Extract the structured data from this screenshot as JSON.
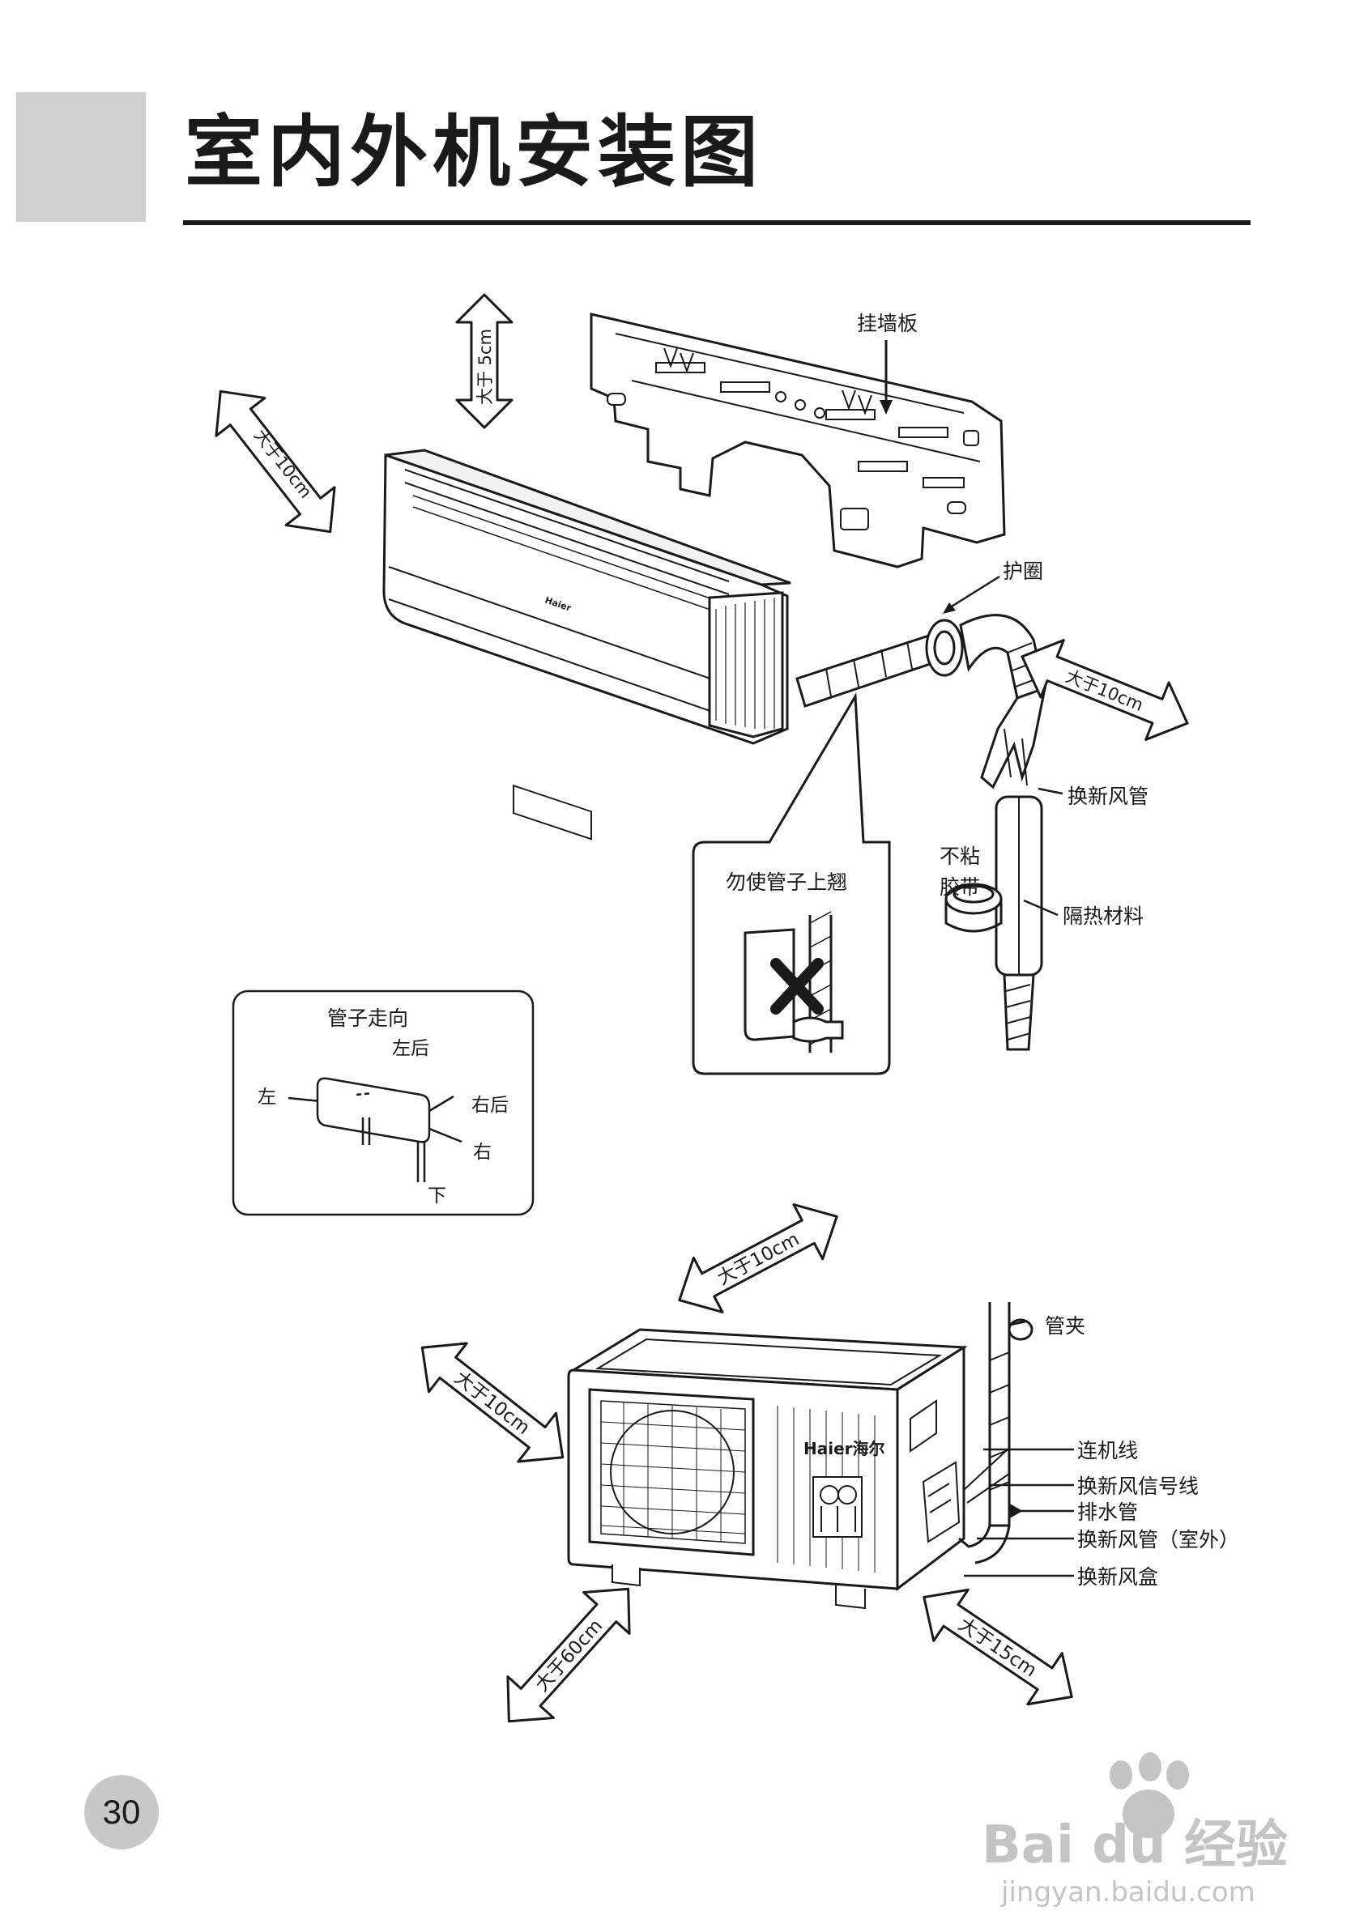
{
  "page": {
    "title": "室内外机安装图",
    "page_number": "30"
  },
  "indoor": {
    "wall_plate": "挂墙板",
    "guard_ring": "护圈",
    "new_air_duct": "换新风管",
    "non_stick_tape_line1": "不粘",
    "non_stick_tape_line2": "胶带",
    "insulation": "隔热材料",
    "brand_on_unit": "Haier",
    "clearance_top": "大于 5cm",
    "clearance_left": "大于10cm",
    "clearance_right": "大于10cm",
    "warning_title": "勿使管子上翘"
  },
  "pipe_direction": {
    "title": "管子走向",
    "left_rear": "左后",
    "left": "左",
    "right_rear": "右后",
    "right": "右",
    "down": "下"
  },
  "outdoor": {
    "brand": "Haier海尔",
    "clearance_back": "大于10cm",
    "clearance_left": "大于10cm",
    "clearance_front": "大于60cm",
    "clearance_side": "大于15cm",
    "pipe_clamp": "管夹",
    "connecting_wire": "连机线",
    "fresh_air_signal_wire": "换新风信号线",
    "drain_pipe": "排水管",
    "fresh_air_duct_outdoor": "换新风管（室外）",
    "fresh_air_box": "换新风盒"
  },
  "watermark": {
    "logo_text": "Bai du 经验",
    "url": "jingyan.baidu.com"
  },
  "colors": {
    "line": "#1a1a1a",
    "tab_gray": "#cfcfcf",
    "badge_gray": "#c8c8c8",
    "watermark_gray": "#c4c4c4"
  }
}
